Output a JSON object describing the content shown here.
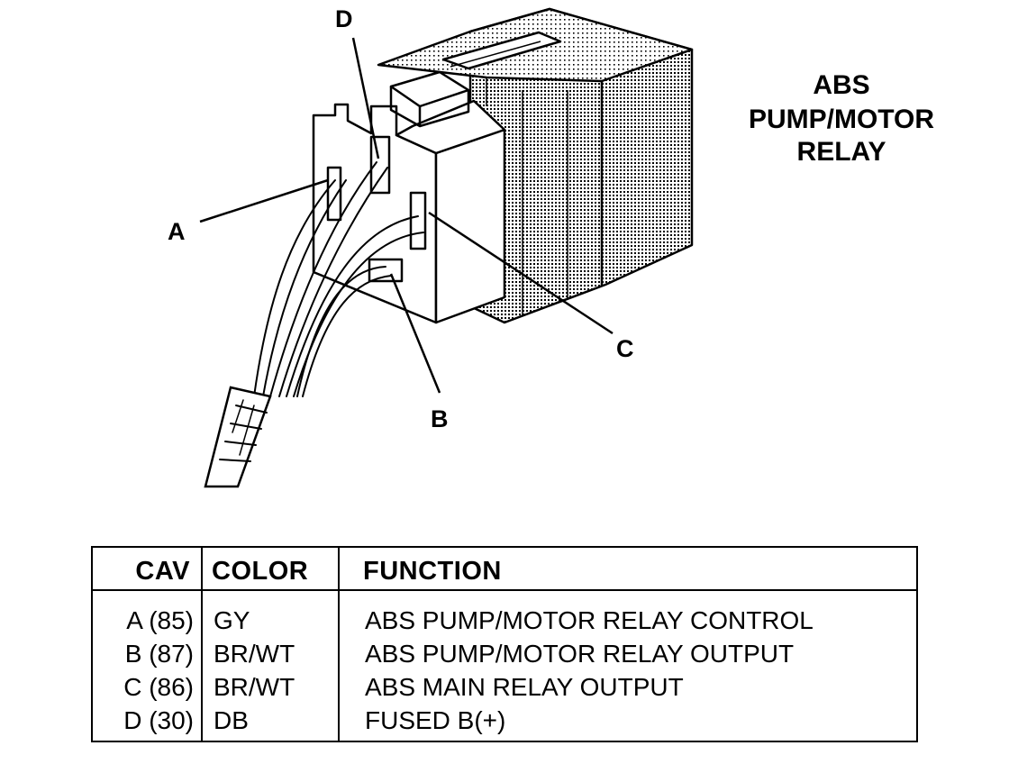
{
  "diagram": {
    "title_lines": [
      "ABS",
      "PUMP/MOTOR",
      "RELAY"
    ],
    "callouts": [
      "A",
      "B",
      "C",
      "D"
    ]
  },
  "table": {
    "headers": {
      "cav": "CAV",
      "color": "COLOR",
      "function": "FUNCTION"
    },
    "rows": [
      {
        "cav": "A (85)",
        "color": "GY",
        "function": "ABS PUMP/MOTOR RELAY CONTROL"
      },
      {
        "cav": "B (87)",
        "color": "BR/WT",
        "function": "ABS PUMP/MOTOR RELAY OUTPUT"
      },
      {
        "cav": "C (86)",
        "color": "BR/WT",
        "function": "ABS MAIN RELAY OUTPUT"
      },
      {
        "cav": "D (30)",
        "color": "DB",
        "function": "FUSED B(+)"
      }
    ]
  }
}
